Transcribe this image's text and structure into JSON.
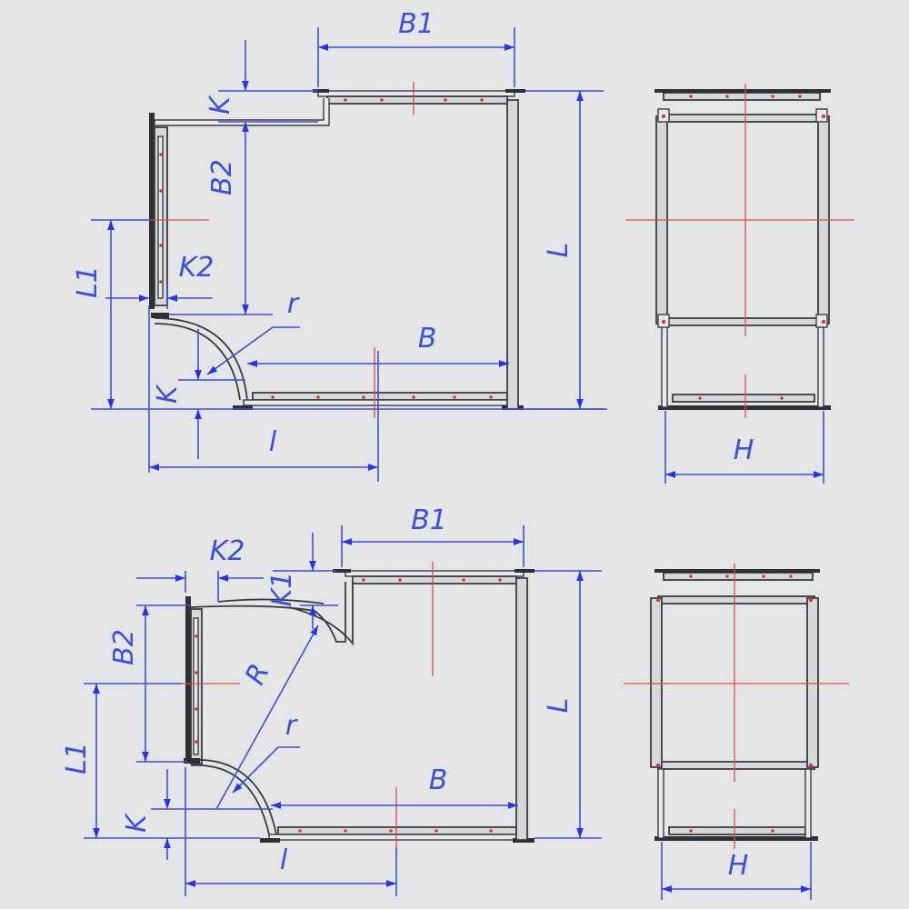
{
  "labels": {
    "B1": "B1",
    "B2": "B2",
    "B": "B",
    "L": "L",
    "L1": "L1",
    "K": "K",
    "K1": "K1",
    "K2": "K2",
    "r": "r",
    "R": "R",
    "l": "l",
    "H": "H"
  },
  "colors": {
    "background": "#e4e5e7",
    "dimension": "#3e4fd8",
    "centerline": "#e24a4a",
    "outline": "#3a3d40"
  }
}
